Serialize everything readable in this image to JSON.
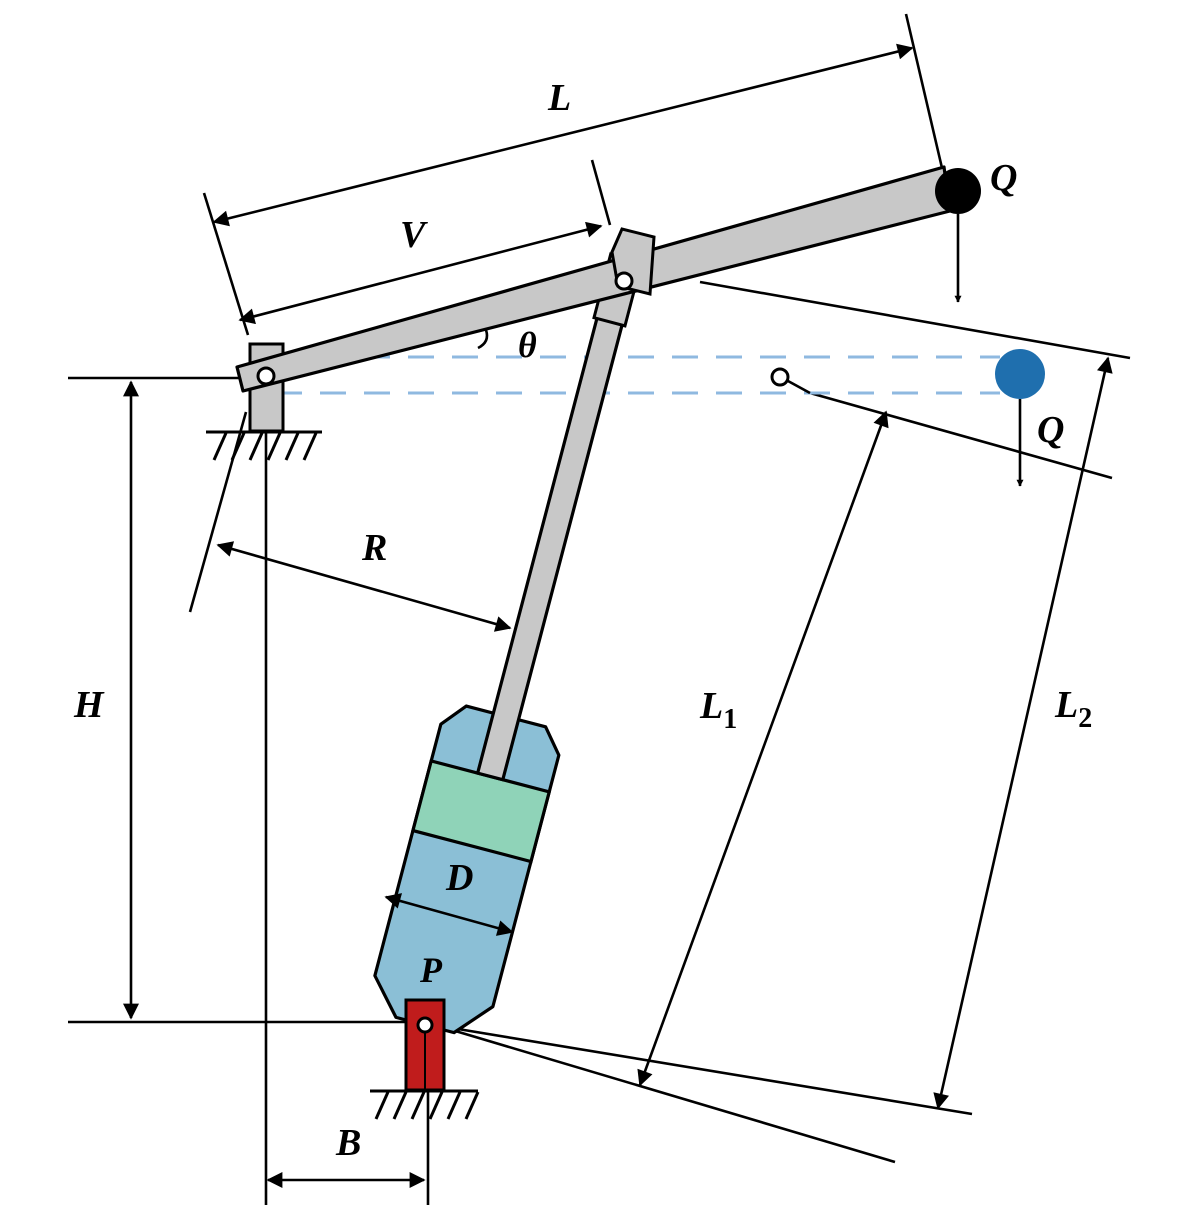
{
  "labels": {
    "L": "L",
    "V": "V",
    "theta": "θ",
    "Q_top": "Q",
    "Q_lower": "Q",
    "R": "R",
    "H": "H",
    "L1_main": "L",
    "L1_sub": "1",
    "L2_main": "L",
    "L2_sub": "2",
    "D": "D",
    "P": "P",
    "B": "B"
  },
  "colors": {
    "line": "#000000",
    "arm": "#c8c8c8",
    "cylinder": "#8bbfd6",
    "piston": "#8fd3b8",
    "base_pin": "#c01c1c",
    "load_lowered": "#1f6fae",
    "load_raised": "#000000",
    "horizontal_dashes": "#8fb9e0"
  }
}
